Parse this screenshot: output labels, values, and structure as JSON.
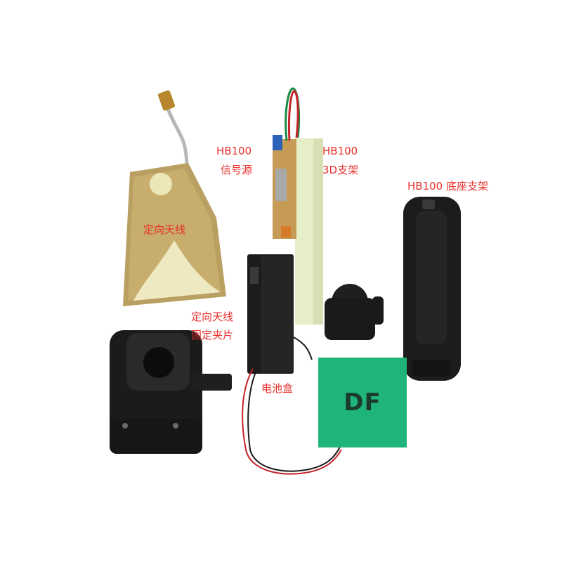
{
  "labels": {
    "antenna": "定向天线",
    "signal_source_model": "HB100",
    "signal_source": "信号源",
    "bracket_model": "HB100",
    "bracket": "3D支架",
    "base_bracket": "HB100 底座支架",
    "clip_line1": "定向天线",
    "clip_line2": "固定夹片",
    "battery_box": "电池盒"
  },
  "logo": {
    "text": "DF",
    "background": "#1fb57a",
    "text_color": "#1c3a2d"
  },
  "colors": {
    "label": "#e8302c",
    "plastic_black": "#1a1a1a",
    "bracket_green": "#e4edc9",
    "antenna_gold": "#b89a55"
  }
}
